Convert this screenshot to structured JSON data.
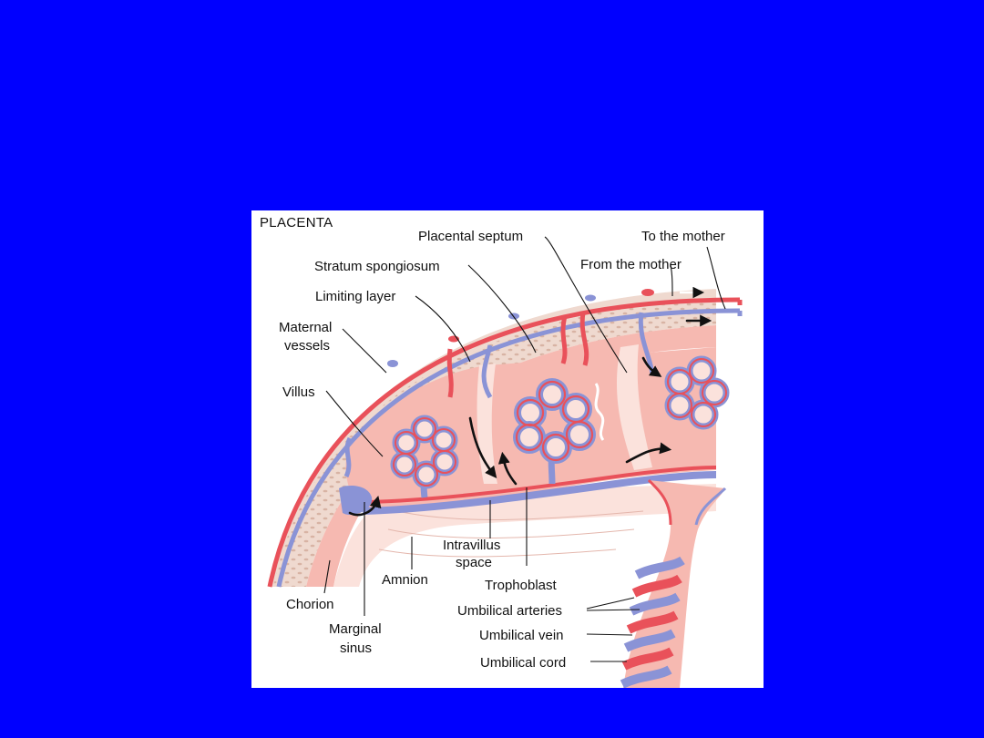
{
  "slide": {
    "background": "#0000ff"
  },
  "figure": {
    "title": "PLACENTA",
    "colors": {
      "artery": "#e9515a",
      "vein": "#8a93d6",
      "pink": "#f6b9b1",
      "pale": "#fbe2dc",
      "tan": "#efd9cf",
      "white": "#ffffff"
    },
    "labels": {
      "placental_septum": "Placental septum",
      "to_the_mother": "To the mother",
      "from_the_mother": "From the mother",
      "stratum_spongiosum": "Stratum spongiosum",
      "limiting_layer": "Limiting layer",
      "maternal_vessels_1": "Maternal",
      "maternal_vessels_2": "vessels",
      "villus": "Villus",
      "intravillus_1": "Intravillus",
      "intravillus_2": "space",
      "amnion": "Amnion",
      "trophoblast": "Trophoblast",
      "chorion": "Chorion",
      "marginal_1": "Marginal",
      "marginal_2": "sinus",
      "umbilical_arteries": "Umbilical arteries",
      "umbilical_vein": "Umbilical vein",
      "umbilical_cord": "Umbilical cord"
    }
  }
}
